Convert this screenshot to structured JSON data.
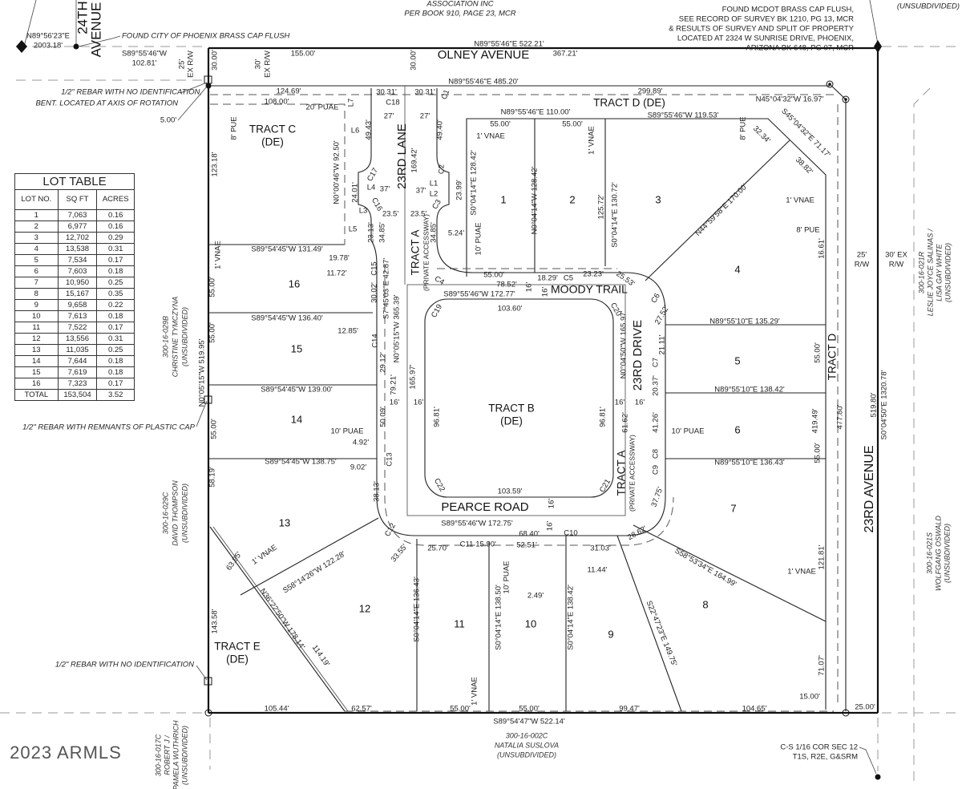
{
  "lot_table": {
    "title": "LOT TABLE",
    "headers": [
      "LOT NO.",
      "SQ FT",
      "ACRES"
    ],
    "rows": [
      [
        "1",
        "7,063",
        "0.16"
      ],
      [
        "2",
        "6,977",
        "0.16"
      ],
      [
        "3",
        "12,702",
        "0.29"
      ],
      [
        "4",
        "13,538",
        "0.31"
      ],
      [
        "5",
        "7,534",
        "0.17"
      ],
      [
        "6",
        "7,603",
        "0.18"
      ],
      [
        "7",
        "10,950",
        "0.25"
      ],
      [
        "8",
        "15,167",
        "0.35"
      ],
      [
        "9",
        "9,658",
        "0.22"
      ],
      [
        "10",
        "7,613",
        "0.18"
      ],
      [
        "11",
        "7,522",
        "0.17"
      ],
      [
        "12",
        "13,556",
        "0.31"
      ],
      [
        "13",
        "11,035",
        "0.25"
      ],
      [
        "14",
        "7,644",
        "0.18"
      ],
      [
        "15",
        "7,619",
        "0.18"
      ],
      [
        "16",
        "7,323",
        "0.17"
      ]
    ],
    "total": [
      "TOTAL",
      "153,504",
      "3.52"
    ]
  },
  "street_names": [
    "24TH",
    "AVENUE",
    "OLNEY AVENUE",
    "23RD LANE",
    "MOODY TRAIL",
    "23RD DRIVE",
    "PEARCE ROAD",
    "23RD AVENUE"
  ],
  "tracts": [
    "TRACT C",
    "(DE)",
    "TRACT D (DE)",
    "TRACT A",
    "(PRIVATE ACCESSWAY)",
    "TRACT B",
    "(DE)",
    "TRACT D",
    "TRACT A",
    "(PRIVATE ACCESSWAY)",
    "TRACT E",
    "(DE)"
  ],
  "lots": [
    "1",
    "2",
    "3",
    "4",
    "5",
    "6",
    "7",
    "8",
    "9",
    "10",
    "11",
    "12",
    "13",
    "14",
    "15",
    "16"
  ],
  "notes": [
    "ASSOCIATION INC",
    "PER BOOK 910, PAGE 23, MCR",
    "FOUND CITY OF PHOENIX BRASS CAP FLUSH",
    "FOUND MCDOT BRASS CAP FLUSH,",
    "SEE RECORD OF SURVEY BK 1210, PG 13, MCR",
    "& RESULTS OF SURVEY AND SPLIT OF PROPERTY",
    "LOCATED AT 2324 W SUNRISE DRIVE, PHOENIX,",
    "ARIZONA BK 648, PG 07, MCR",
    "1/2\" REBAR WITH NO IDENTIFICATION,",
    "BENT. LOCATED AT AXIS OF ROTATION",
    "1/2\" REBAR WITH REMNANTS OF PLASTIC CAP",
    "1/2\" REBAR WITH NO IDENTIFICATION",
    "C-S 1/16 COR SEC 12",
    "T1S, R2E, G&SRM",
    "(UNSUBDIVIDED)"
  ],
  "owners": [
    [
      "300-16-029B",
      "CHRISTINE TYMCZYNA",
      "(UNSUBDIVIDED)"
    ],
    [
      "300-16-029C",
      "DAVID THOMPSON",
      "(UNSUBDIVIDED)"
    ],
    [
      "300-16-017C",
      "ROBERT J /",
      "PAMELA WUTHRICH",
      "(UNSUBDIVIDED)"
    ],
    [
      "300-16-002C",
      "NATALIA SUSLOVA",
      "(UNSUBDIVIDED)"
    ],
    [
      "300-16-021R",
      "LESLIE JOYCE SALINAS /",
      "LISA GAY WHITE",
      "(UNSUBDIVIDED)"
    ],
    [
      "300-16-021S",
      "WOLFGANG OSWALD",
      "(UNSUBDIVIDED)"
    ]
  ],
  "curves": [
    "C1",
    "C18",
    "L7",
    "L6",
    "C17",
    "L4",
    "L1",
    "C2",
    "L2",
    "C3",
    "C16",
    "L3",
    "L5",
    "C15",
    "C4",
    "C5",
    "C6",
    "C19",
    "C20",
    "C14",
    "C7",
    "C13",
    "C8",
    "C22",
    "C21",
    "C12",
    "C11",
    "C10",
    "C9"
  ],
  "dimensions": [
    "N89°56'23\"E",
    "2003.18'",
    "S89°55'46\"W",
    "102.81'",
    "25'",
    "EX R/W",
    "30.00'",
    "30'",
    "EX R/W",
    "155.00'",
    "N89°55'46\"E 522.21'",
    "367.21'",
    "30.00'",
    "N89°55'46\"E 485.20'",
    "124.69'",
    "108.00'",
    "30.31'",
    "30.31'",
    "299.89'",
    "N45°04'32\"W 16.97'",
    "20' PUAE",
    "8' PUE",
    "27'",
    "27'",
    "49.43'",
    "49.40'",
    "N89°55'46\"E 110.00'",
    "55.00'",
    "55.00'",
    "S89°55'46\"W 119.53'",
    "8' PUE",
    "1' VNAE",
    "1' VNAE",
    "S45°04'32\"E 71.17'",
    "32.34'",
    "38.82'",
    "123.18'",
    "N0°00'46\"W 92.50'",
    "169.42'",
    "S0°04'14\"E 128.42'",
    "N0°04'14\"W 128.42'",
    "125.72'",
    "S0°04'14\"E 130.72'",
    "N44°59'58\"E 170.00'",
    "24.01'",
    "37'",
    "37'",
    "23.99'",
    "23.5'",
    "23.5'",
    "1' VNAE",
    "8' PUE",
    "23.13'",
    "34.85'",
    "34.85'",
    "5.24'",
    "10' PUAE",
    "16.61'",
    "25'",
    "R/W",
    "30' EX",
    "R/W",
    "S89°54'45\"W 131.49'",
    "19.78'",
    "11.72'",
    "1' VNAE",
    "55.00'",
    "30.02'",
    "S7°45'03\"E 42.87'",
    "55.00'",
    "18.29'",
    "23.23'",
    "25.53'",
    "78.52'",
    "16'",
    "S89°55'46\"W 172.77'",
    "16'",
    "27.52'",
    "103.60'",
    "S89°54'45\"W 136.40'",
    "N89°55'10\"E 135.29'",
    "12.85'",
    "N0°05'15\"W 365.39'",
    "N0°04'50\"W 165.97'",
    "21.11'",
    "55.00'",
    "55.00'",
    "29.12'",
    "20.37'",
    "165.97'",
    "79.21'",
    "S89°54'45\"W 139.00'",
    "N0°05'15\"W 519.95'",
    "N89°55'10\"E 138.42'",
    "16'",
    "16'",
    "16'",
    "16'",
    "50.09'",
    "96.81'",
    "96.81'",
    "55.00'",
    "61.62'",
    "41.26'",
    "10' PUAE",
    "10' PUAE",
    "55.00'",
    "419.49'",
    "477.80'",
    "519.80'",
    "S0°04'50\"E 1320.78'",
    "4.92'",
    "S89°54'45\"W 138.75'",
    "9.02'",
    "N89°55'10\"E 136.43'",
    "58.19'",
    "38.13'",
    "103.59'",
    "37.75'",
    "16'",
    "S89°55'46\"W 172.75'",
    "16'",
    "68.40'",
    "33.55'",
    "25.70'",
    "15.90'",
    "52.51'",
    "31.03'",
    "28.62'",
    "S58°53'34\"E 164.99'",
    "121.81'",
    "1' VNAE",
    "63.95'",
    "1' VNAE",
    "S58°14'26\"W 122.28'",
    "11.44'",
    "10' PUAE",
    "2.49'",
    "S0°04'14\"E 136.43'",
    "S0°04'14\"E 138.50'",
    "S0°04'14\"E 138.42'",
    "S22°47'23\"E 149.75'",
    "143.58'",
    "N36°22'50\"W 178.14'",
    "114.19'",
    "71.07'",
    "1' VNAE",
    "15.00'",
    "105.44'",
    "62.57'",
    "55.00'",
    "55.00'",
    "99.47'",
    "104.65'",
    "25.00'",
    "S89°54'47\"W 522.14'",
    "5.00'"
  ],
  "watermark": "2023 ARMLS"
}
